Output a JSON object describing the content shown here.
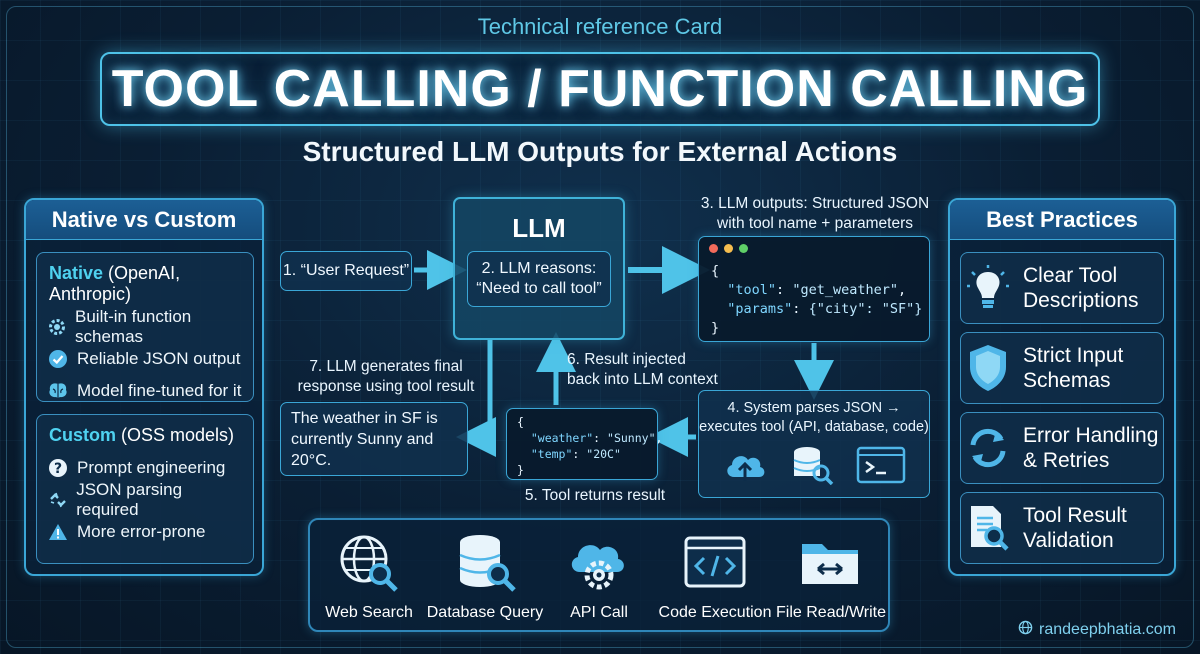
{
  "header": {
    "kicker": "Technical reference Card",
    "title": "TOOL CALLING / FUNCTION CALLING",
    "tagline": "Structured LLM Outputs for External Actions"
  },
  "left_panel": {
    "title": "Native vs Custom",
    "native": {
      "label": "Native",
      "qualifier": " (OpenAI, Anthropic)",
      "items": [
        {
          "icon": "gear-icon",
          "text": "Built-in function schemas"
        },
        {
          "icon": "check-circle-icon",
          "text": "Reliable JSON output"
        },
        {
          "icon": "brain-icon",
          "text": "Model fine-tuned for it"
        }
      ]
    },
    "custom": {
      "label": "Custom",
      "qualifier": " (OSS models)",
      "items": [
        {
          "icon": "question-icon",
          "text": "Prompt engineering"
        },
        {
          "icon": "broken-link-icon",
          "text": "JSON parsing required"
        },
        {
          "icon": "warning-icon",
          "text": "More error-prone"
        }
      ]
    }
  },
  "flow": {
    "step1": "1. “User Request”",
    "llm_title": "LLM",
    "step2": [
      "2. LLM reasons:",
      "“Need to call tool”"
    ],
    "step3": [
      "3. LLM outputs: Structured JSON",
      "with tool name + parameters"
    ],
    "tool_json": {
      "open": "{",
      "tool_key": "\"tool\"",
      "tool_val": "\"get_weather\"",
      "params_key": "\"params\"",
      "params_val": "{\"city\": \"SF\"}",
      "close": "}"
    },
    "step4": [
      "4. System parses JSON →",
      "executes tool (API, database, code)"
    ],
    "step5": "5. Tool returns result",
    "result_json": {
      "open": "{",
      "weather_key": "\"weather\"",
      "weather_val": "\"Sunny\"",
      "temp_key": "\"temp\"",
      "temp_val": "\"20C\"",
      "close": "}"
    },
    "step6": [
      "6. Result injected",
      "back into LLM context"
    ],
    "step7": [
      "7. LLM generates final",
      "response using tool result"
    ],
    "final_response": [
      "The weather in SF is",
      "currently Sunny and 20°C."
    ]
  },
  "tools": [
    {
      "icon": "globe-search-icon",
      "label": "Web Search"
    },
    {
      "icon": "database-search-icon",
      "label": "Database Query"
    },
    {
      "icon": "cloud-gear-icon",
      "label": "API Call"
    },
    {
      "icon": "code-window-icon",
      "label": "Code Execution"
    },
    {
      "icon": "folder-icon",
      "label": "File Read/Write"
    }
  ],
  "best_practices": {
    "title": "Best Practices",
    "items": [
      {
        "icon": "lightbulb-icon",
        "line1": "Clear Tool",
        "line2": "Descriptions"
      },
      {
        "icon": "shield-icon",
        "line1": "Strict Input",
        "line2": "Schemas"
      },
      {
        "icon": "refresh-icon",
        "line1": "Error Handling",
        "line2": "& Retries"
      },
      {
        "icon": "document-search-icon",
        "line1": "Tool Result",
        "line2": "Validation"
      }
    ]
  },
  "credit": "randeepbhatia.com",
  "colors": {
    "accent": "#4fc3e8",
    "panel_header": "#1c5f95",
    "arrow": "#4fc3e8",
    "background": "#0a1e33"
  }
}
